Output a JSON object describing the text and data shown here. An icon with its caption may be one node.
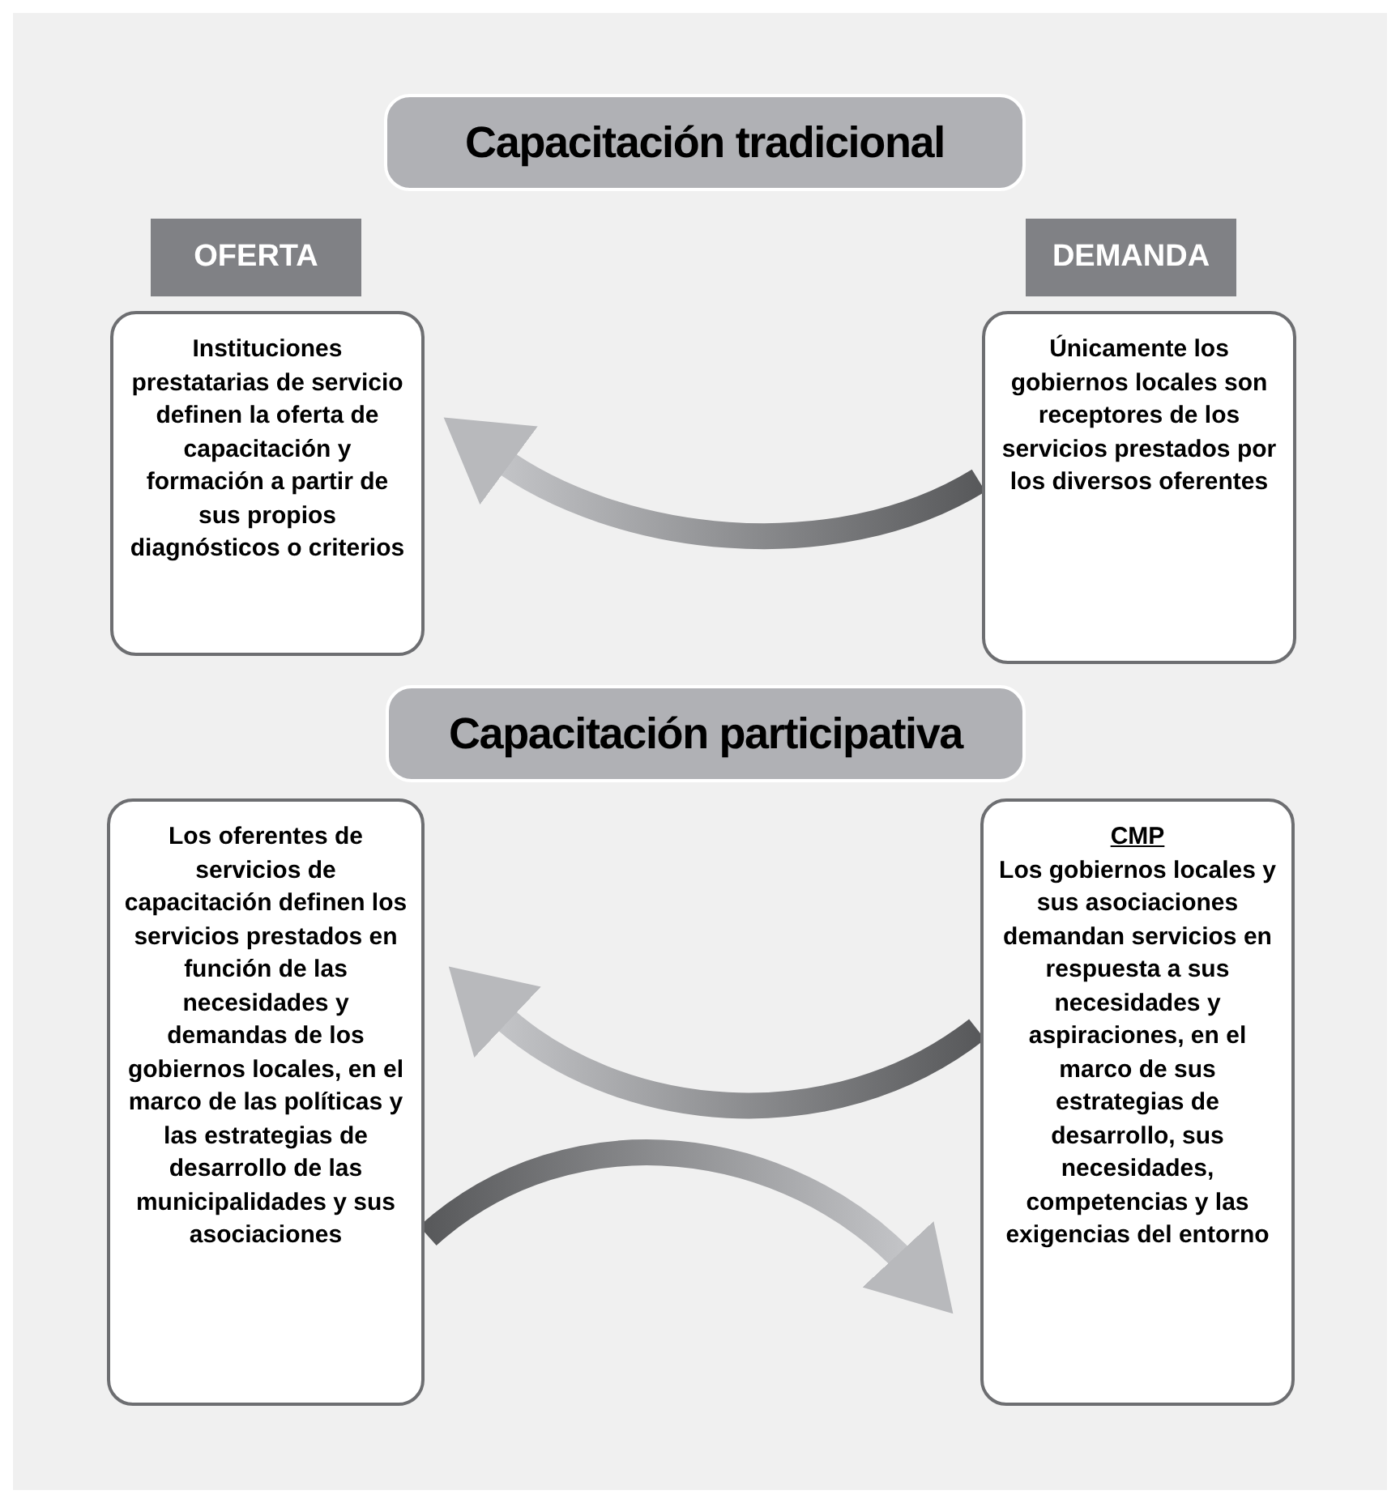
{
  "diagram": {
    "nodes": [
      {
        "text": [
          "Capacitación tradicional"
        ]
      },
      {
        "text": [
          "OFERTA"
        ]
      },
      {
        "text": [
          "DEMANDA"
        ]
      },
      {
        "text": [
          "Instituciones prestatarias de servicio definen la oferta de capacitación y formación a partir de sus propios diagnósticos o criterios"
        ]
      },
      {
        "text": [
          "Únicamente los gobiernos locales son receptores de los servicios prestados por los diversos oferentes"
        ]
      },
      {
        "text": [
          "Capacitación participativa"
        ]
      },
      {
        "text": [
          "Los oferentes de servicios de capacitación definen los servicios prestados en función de las necesidades y demandas de los gobiernos locales, en el marco de las políticas y las estrategias de desarrollo de las municipalidades y sus asociaciones"
        ]
      },
      {
        "text": [
          "CMP",
          "Los gobiernos locales y sus asociaciones demandan servicios en respuesta a sus necesidades y aspiraciones, en el marco de sus estrategias de desarrollo, sus necesidades, competencias y las exigencias del entorno"
        ]
      }
    ],
    "edges": [
      {
        "from": 4,
        "to": 3,
        "arrow": "to"
      },
      {
        "from": 7,
        "to": 6,
        "arrow": "to"
      },
      {
        "from": 6,
        "to": 7,
        "arrow": "to"
      }
    ]
  }
}
